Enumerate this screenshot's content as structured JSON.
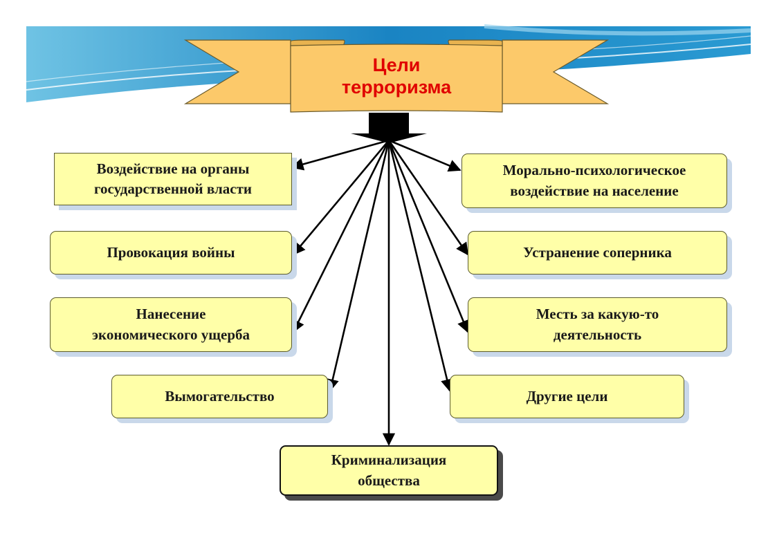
{
  "title": {
    "line1": "Цели",
    "line2": "терроризма"
  },
  "goals": {
    "government": {
      "line1": "Воздействие на органы",
      "line2": "государственной власти"
    },
    "war": {
      "line1": "Провокация войны"
    },
    "economic": {
      "line1": "Нанесение",
      "line2": "экономического ущерба"
    },
    "extortion": {
      "line1": "Вымогательство"
    },
    "criminal": {
      "line1": "Криминализация",
      "line2": "общества"
    },
    "psychological": {
      "line1": "Морально-психологическое",
      "line2": "воздействие на население"
    },
    "rival": {
      "line1": "Устранение соперника"
    },
    "revenge": {
      "line1": "Месть за какую-то",
      "line2": "деятельность"
    },
    "other": {
      "line1": "Другие цели"
    }
  },
  "colors": {
    "box_fill": "#ffffa8",
    "banner_fill": "#fcc96a",
    "title_text": "#e00000",
    "header_band": "#1f86c4"
  }
}
